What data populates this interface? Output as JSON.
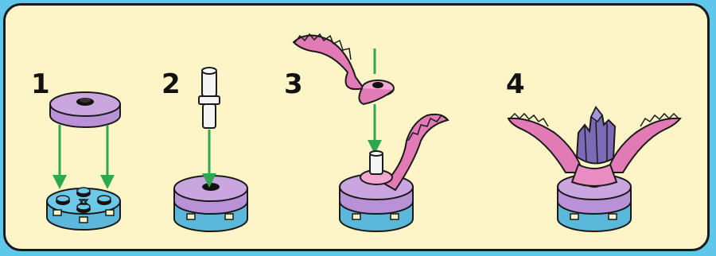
{
  "steps": [
    {
      "number": "1"
    },
    {
      "number": "2"
    },
    {
      "number": "3"
    },
    {
      "number": "4"
    }
  ],
  "colors": {
    "frame_background": "#5fc8ea",
    "panel_background": "#fdf5c7",
    "outline": "#1a1a1a",
    "lavender_piece": "#c9a6e0",
    "blue_piece": "#6ec8e8",
    "pink_leaf": "#e27ab5",
    "pink_leaf_light": "#f2a8cf",
    "crystal_purple": "#7c6ab8",
    "arrow_green": "#2fa84f",
    "stud_black": "#111111",
    "pin_white": "#f4f4f4"
  }
}
